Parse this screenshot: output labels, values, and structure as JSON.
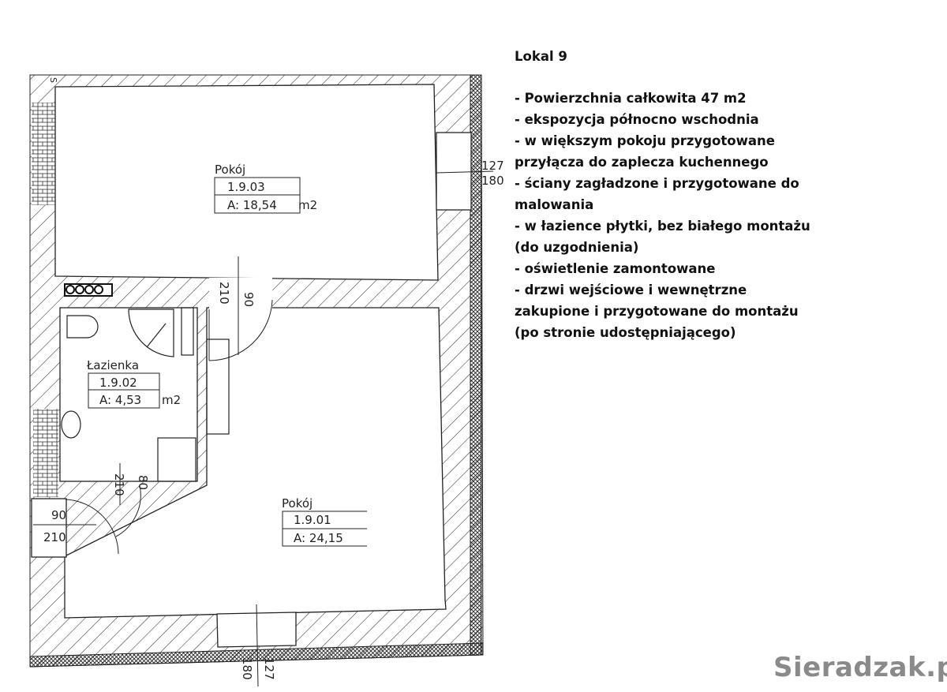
{
  "rooms": [
    {
      "name": "Pokój",
      "number": "1.9.03",
      "area": "A:  18,54",
      "unit": "m2"
    },
    {
      "name": "Łazienka",
      "number": "1.9.02",
      "area": "A:  4,53",
      "unit": "m2"
    },
    {
      "name": "Pokój",
      "number": "1.9.01",
      "area": "A:  24,15"
    }
  ],
  "dimensions": {
    "window_right": {
      "top": "127",
      "bottom": "180"
    },
    "window_bottom": {
      "top": "127",
      "bottom": "180"
    },
    "door_upper": {
      "width": "90",
      "height": "210"
    },
    "door_bathroom": {
      "width": "80",
      "height": "210"
    },
    "door_entrance": {
      "width": "90",
      "height": "210"
    },
    "corner_mark": "S"
  },
  "info": {
    "title": "Lokal 9",
    "lines": [
      "- Powierzchnia całkowita 47 m2",
      "- ekspozycja północno wschodnia",
      "- w większym pokoju przygotowane",
      "przyłącza do zaplecza kuchennego",
      "- ściany zagładzone i przygotowane do",
      "malowania",
      "- w łazience płytki, bez białego montażu",
      "(do uzgodnienia)",
      "- oświetlenie zamontowane",
      "- drzwi wejściowe i wewnętrzne",
      "zakupione i przygotowane do montażu",
      "(po stronie udostępniającego)"
    ]
  },
  "watermark": "Sieradzak.pl"
}
